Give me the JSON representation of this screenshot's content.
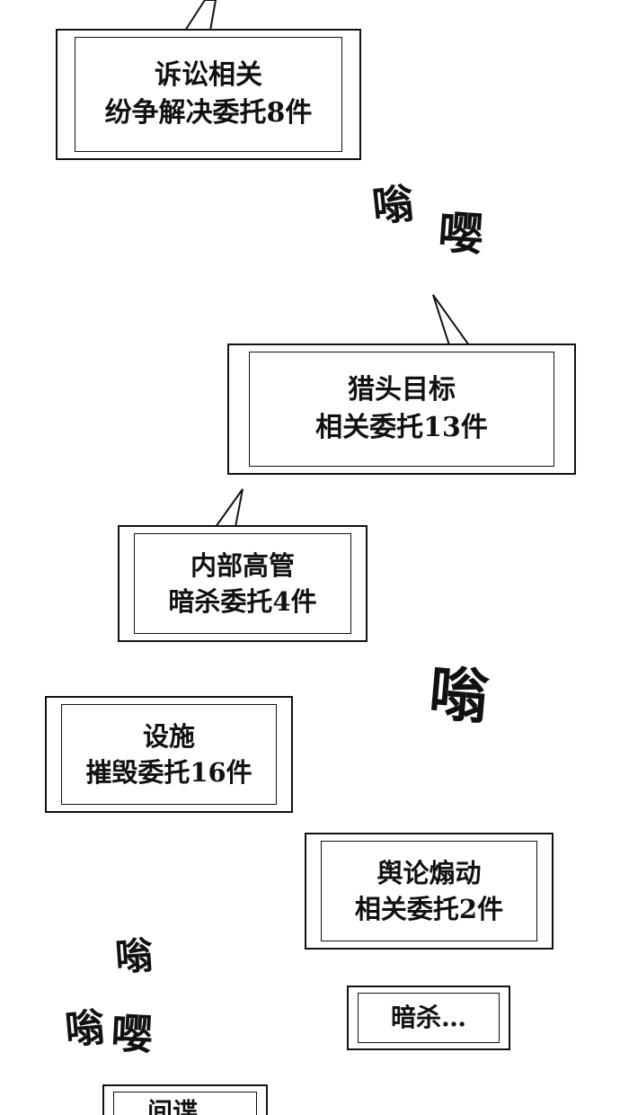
{
  "captions": [
    {
      "id": "litigation",
      "lines": [
        "诉讼相关",
        "纷争解决委托8件"
      ]
    },
    {
      "id": "headhunt",
      "lines": [
        "猎头目标",
        "相关委托13件"
      ]
    },
    {
      "id": "executive",
      "lines": [
        "内部高管",
        "暗杀委托4件"
      ]
    },
    {
      "id": "facility",
      "lines": [
        "设施",
        "摧毁委托16件"
      ]
    },
    {
      "id": "opinion",
      "lines": [
        "舆论煽动",
        "相关委托2件"
      ]
    },
    {
      "id": "assassination",
      "lines": [
        "暗杀…"
      ]
    },
    {
      "id": "espionage",
      "lines": [
        "间谍…"
      ]
    }
  ],
  "sound_effects": [
    {
      "id": "buzz1",
      "chars": [
        "嗡",
        "嘤"
      ]
    },
    {
      "id": "buzz2",
      "chars": [
        "嗡"
      ]
    },
    {
      "id": "buzz3",
      "chars": [
        "嗡"
      ]
    },
    {
      "id": "buzz4",
      "chars": [
        "嗡",
        "嘤"
      ]
    }
  ]
}
